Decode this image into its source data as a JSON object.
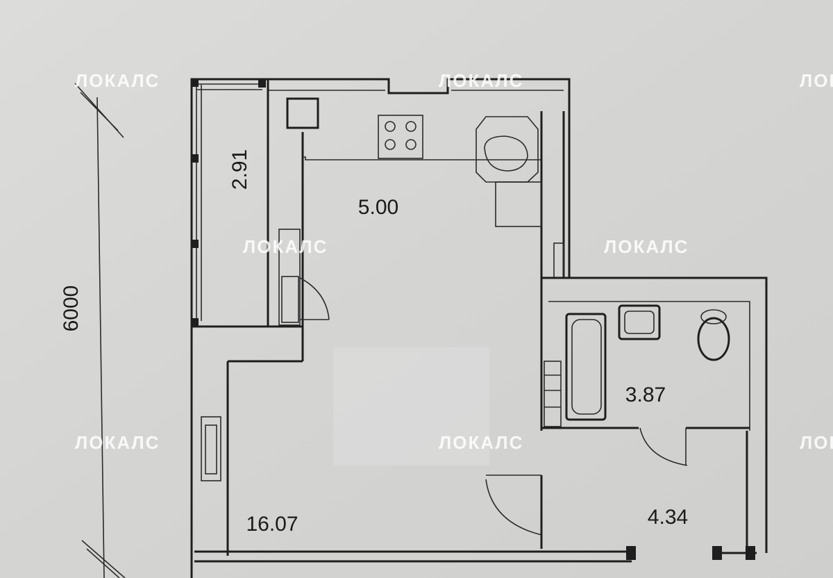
{
  "rooms": {
    "loggia": "2.91",
    "kitchen": "5.00",
    "bathroom": "3.87",
    "hall": "4.34",
    "living": "16.07"
  },
  "dimension": "6000",
  "watermark": "ЛОКАЛС"
}
